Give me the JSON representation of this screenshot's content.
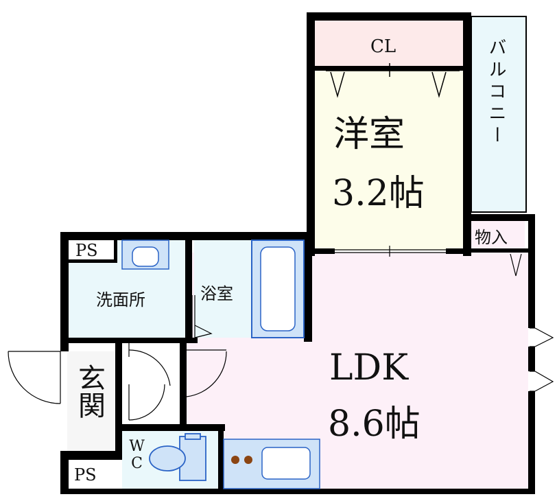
{
  "rooms": {
    "closet": "CL",
    "western_room": {
      "name": "洋室",
      "size": "3.2帖"
    },
    "balcony": "バルコニー",
    "storage": "物入",
    "pipe_space_top": "PS",
    "pipe_space_bottom": "PS",
    "washroom": "洗面所",
    "bathroom": "浴室",
    "entrance": "玄関",
    "toilet": "WC",
    "ldk": {
      "name": "LDK",
      "size": "8.6帖"
    }
  },
  "colors": {
    "wall": "#000000",
    "closet_fill": "#fdeaea",
    "western_fill": "#fdfdea",
    "balcony_fill": "#eaf8fb",
    "wet_fill": "#eaf8fb",
    "fixture_fill": "#cfe3f8",
    "fixture_stroke": "#2a63c6",
    "ldk_fill": "#fdf0f8",
    "entrance_fill": "#f6f6f6",
    "stove_burner": "#8b4513"
  }
}
